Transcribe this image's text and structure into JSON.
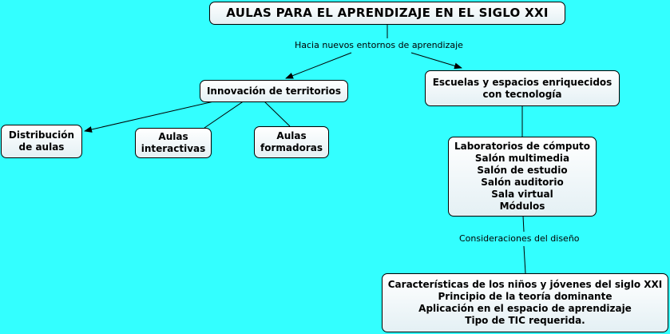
{
  "map": {
    "title": "AULAS PARA EL APRENDIZAJE EN EL SIGLO XXI",
    "link_top": "Hacia nuevos entornos de aprendizaje",
    "left_branch": "Innovación de territorios",
    "left_children": [
      [
        "Distribución",
        "de aulas"
      ],
      [
        "Aulas",
        "interactivas"
      ],
      [
        "Aulas",
        "formadoras"
      ]
    ],
    "right_branch": [
      "Escuelas y espacios enriquecidos",
      "con tecnología"
    ],
    "spaces": [
      "Laboratorios de cómputo",
      "Salón multimedia",
      "Salón de estudio",
      "Salón auditorio",
      "Sala virtual",
      "Módulos"
    ],
    "link_bottom": "Consideraciones del diseño",
    "considerations": [
      "Características de los niños y jóvenes del siglo XXI",
      "Principio de la teoría dominante",
      "Aplicación en el espacio de aprendizaje",
      "Tipo de TIC requerida."
    ]
  },
  "colors": {
    "background": "#33ffff",
    "line": "#000000"
  }
}
